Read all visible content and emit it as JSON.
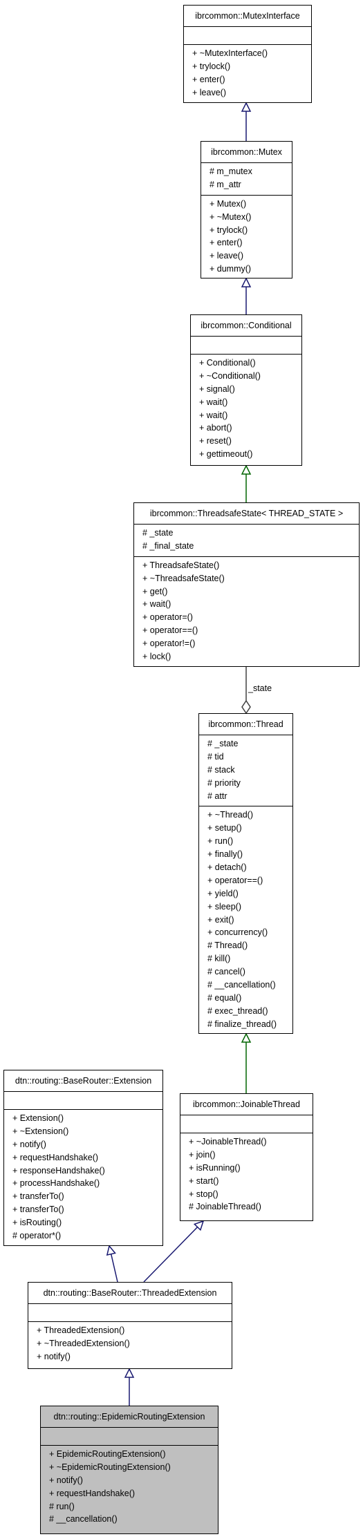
{
  "colors": {
    "derive_public": "#191970",
    "derive_protected": "#006400",
    "use": "#404040"
  },
  "classes": {
    "mutexinterface": {
      "name": "ibrcommon::MutexInterface",
      "attributes": [],
      "methods": [
        "+ ~MutexInterface()",
        "+ trylock()",
        "+ enter()",
        "+ leave()"
      ]
    },
    "mutex": {
      "name": "ibrcommon::Mutex",
      "attributes": [
        "# m_mutex",
        "# m_attr"
      ],
      "methods": [
        "+ Mutex()",
        "+ ~Mutex()",
        "+ trylock()",
        "+ enter()",
        "+ leave()",
        "+ dummy()"
      ]
    },
    "conditional": {
      "name": "ibrcommon::Conditional",
      "attributes": [],
      "methods": [
        "+ Conditional()",
        "+ ~Conditional()",
        "+ signal()",
        "+ wait()",
        "+ wait()",
        "+ abort()",
        "+ reset()",
        "+ gettimeout()"
      ]
    },
    "threadsafestate": {
      "name": "ibrcommon::ThreadsafeState< THREAD_STATE >",
      "attributes": [
        "# _state",
        "# _final_state"
      ],
      "methods": [
        "+ ThreadsafeState()",
        "+ ~ThreadsafeState()",
        "+ get()",
        "+ wait()",
        "+ operator=()",
        "+ operator==()",
        "+ operator!=()",
        "+ lock()"
      ]
    },
    "thread": {
      "name": "ibrcommon::Thread",
      "attributes": [
        "# _state",
        "# tid",
        "# stack",
        "# priority",
        "# attr"
      ],
      "methods": [
        "+ ~Thread()",
        "+ setup()",
        "+ run()",
        "+ finally()",
        "+ detach()",
        "+ operator==()",
        "+ yield()",
        "+ sleep()",
        "+ exit()",
        "+ concurrency()",
        "# Thread()",
        "# kill()",
        "# cancel()",
        "# __cancellation()",
        "# equal()",
        "# exec_thread()",
        "# finalize_thread()"
      ]
    },
    "extension": {
      "name": "dtn::routing::BaseRouter::Extension",
      "attributes": [],
      "methods": [
        "+ Extension()",
        "+ ~Extension()",
        "+ notify()",
        "+ requestHandshake()",
        "+ responseHandshake()",
        "+ processHandshake()",
        "+ transferTo()",
        "+ transferTo()",
        "+ isRouting()",
        "# operator*()"
      ]
    },
    "joinablethread": {
      "name": "ibrcommon::JoinableThread",
      "attributes": [],
      "methods": [
        "+ ~JoinableThread()",
        "+ join()",
        "+ isRunning()",
        "+ start()",
        "+ stop()",
        "# JoinableThread()"
      ]
    },
    "threadedextension": {
      "name": "dtn::routing::BaseRouter::ThreadedExtension",
      "attributes": [],
      "methods": [
        "+ ThreadedExtension()",
        "+ ~ThreadedExtension()",
        "+ notify()"
      ]
    },
    "epidemic": {
      "name": "dtn::routing::EpidemicRoutingExtension",
      "attributes": [],
      "methods": [
        "+ EpidemicRoutingExtension()",
        "+ ~EpidemicRoutingExtension()",
        "+ notify()",
        "+ requestHandshake()",
        "# run()",
        "# __cancellation()"
      ]
    }
  },
  "edge_labels": {
    "state": "_state"
  }
}
